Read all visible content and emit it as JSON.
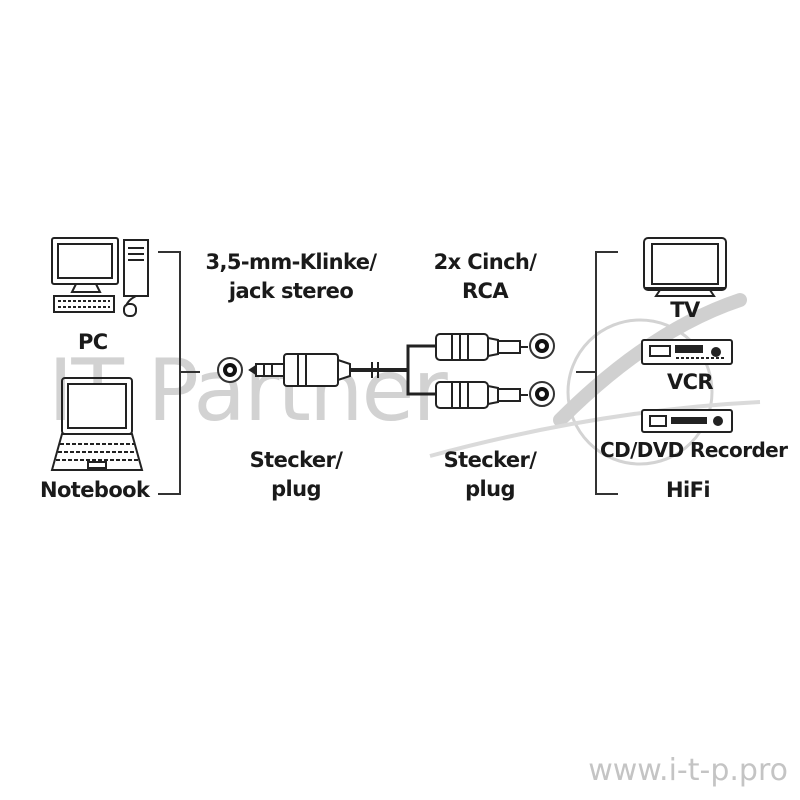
{
  "watermark": {
    "logo_text": "IT Partner",
    "url": "www.i-t-p.pro"
  },
  "sources": {
    "pc": "PC",
    "notebook": "Notebook"
  },
  "cable": {
    "jack_title_line1": "3,5-mm-Klinke/",
    "jack_title_line2": "jack stereo",
    "rca_title_line1": "2x Cinch/",
    "rca_title_line2": "RCA",
    "jack_plug_line1": "Stecker/",
    "jack_plug_line2": "plug",
    "rca_plug_line1": "Stecker/",
    "rca_plug_line2": "plug"
  },
  "targets": {
    "tv": "TV",
    "vcr": "VCR",
    "recorder": "CD/DVD Recorder",
    "hifi": "HiFi"
  },
  "colors": {
    "line": "#2b2b2b",
    "watermark": "#c8c8c8"
  }
}
